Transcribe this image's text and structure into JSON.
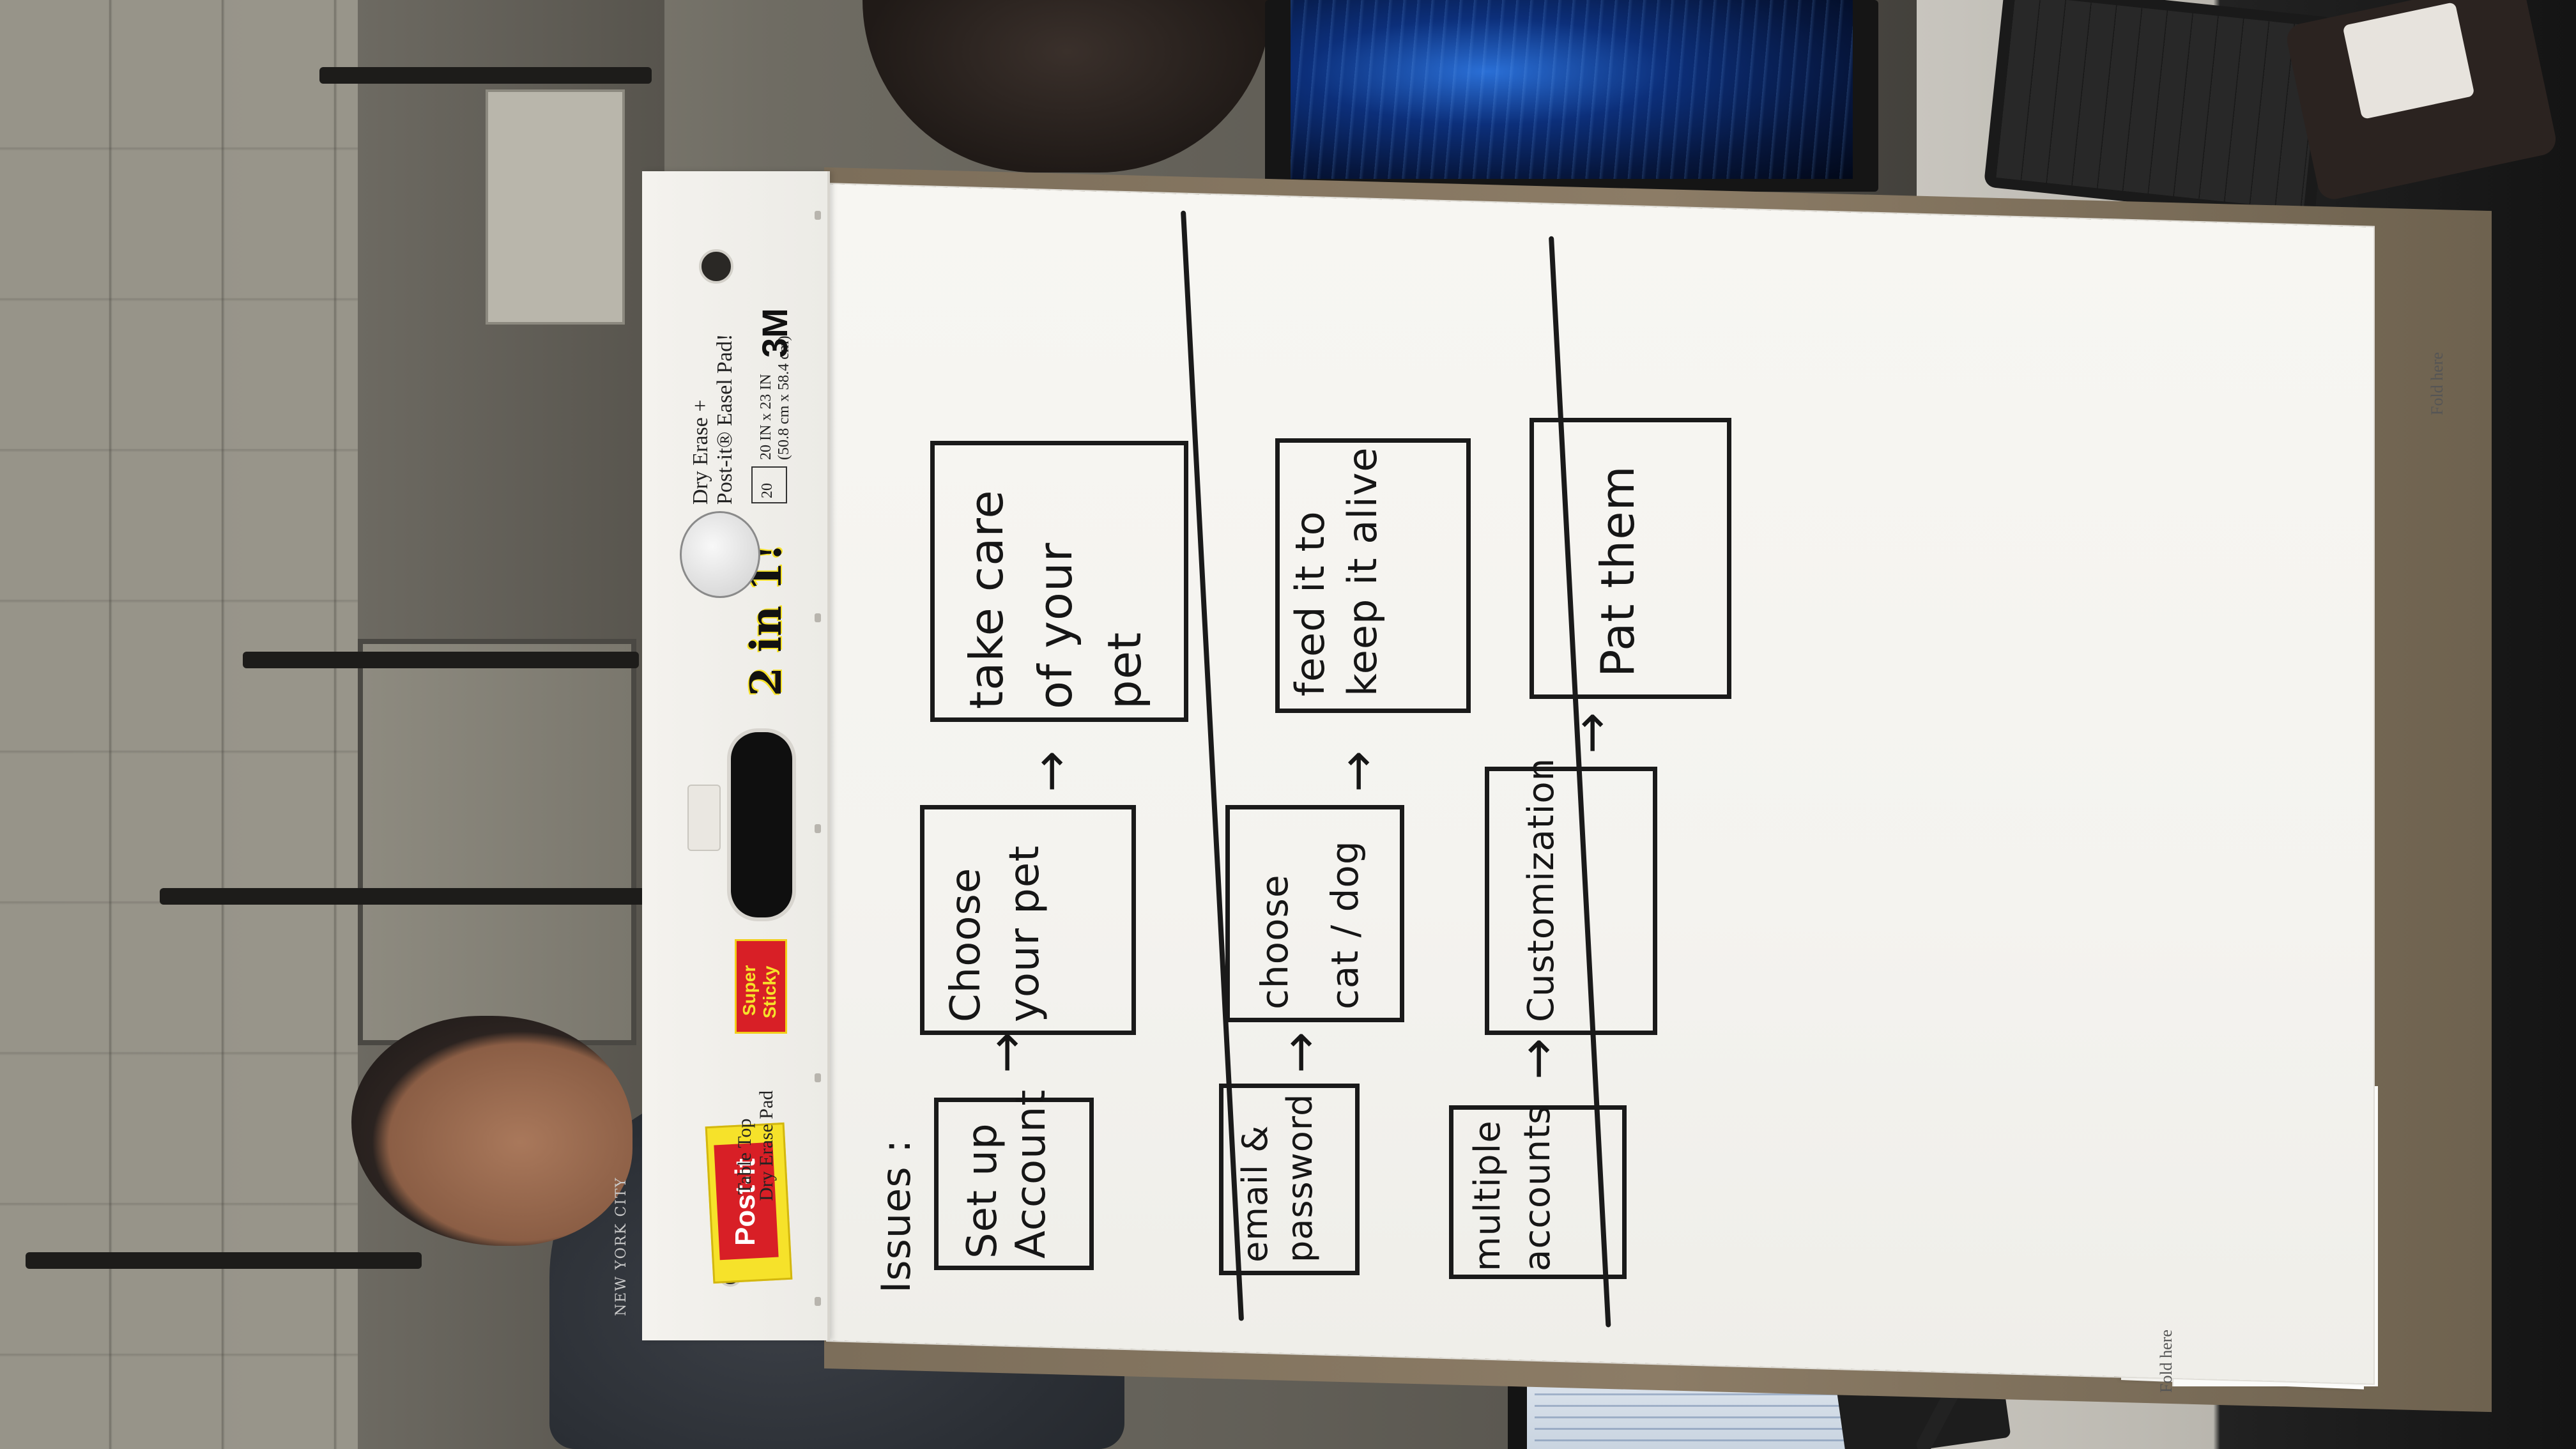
{
  "pad": {
    "brand": "Post-it",
    "product_line1": "Table Top",
    "product_line2": "Dry Erase Pad",
    "super_sticky_line1": "Super",
    "super_sticky_line2": "Sticky",
    "two_in_one": "2 in 1!",
    "dry_erase_line1": "Dry Erase +",
    "dry_erase_line2": "Post-it® Easel Pad!",
    "size_count": "20",
    "size_line1": "20 IN x 23 IN",
    "size_line2": "(50.8 cm x 58.4 cm)",
    "logo": "3M",
    "fold_here_top": "Fold here",
    "fold_here_bottom": "Fold here"
  },
  "shirt": {
    "text": "NEW YORK CITY"
  },
  "board": {
    "heading": "Issues :",
    "rows": [
      {
        "boxes": [
          {
            "text": "Set up Account"
          },
          {
            "text": "Choose your pet"
          },
          {
            "text": "take care of your pet"
          }
        ]
      },
      {
        "boxes": [
          {
            "text": "email & password"
          },
          {
            "text": "choose cat / dog"
          },
          {
            "text": "feed it to keep it alive"
          }
        ]
      },
      {
        "boxes": [
          {
            "text": "multiple accounts"
          },
          {
            "text": "Customization"
          },
          {
            "text": "Pat them"
          }
        ]
      }
    ],
    "arrow": "→"
  },
  "colors": {
    "paper": "#f4f3ef",
    "ink": "#161616",
    "postit_yellow": "#f6e22a",
    "postit_red": "#d81f26",
    "screen_blue": "#0c2f7a"
  }
}
